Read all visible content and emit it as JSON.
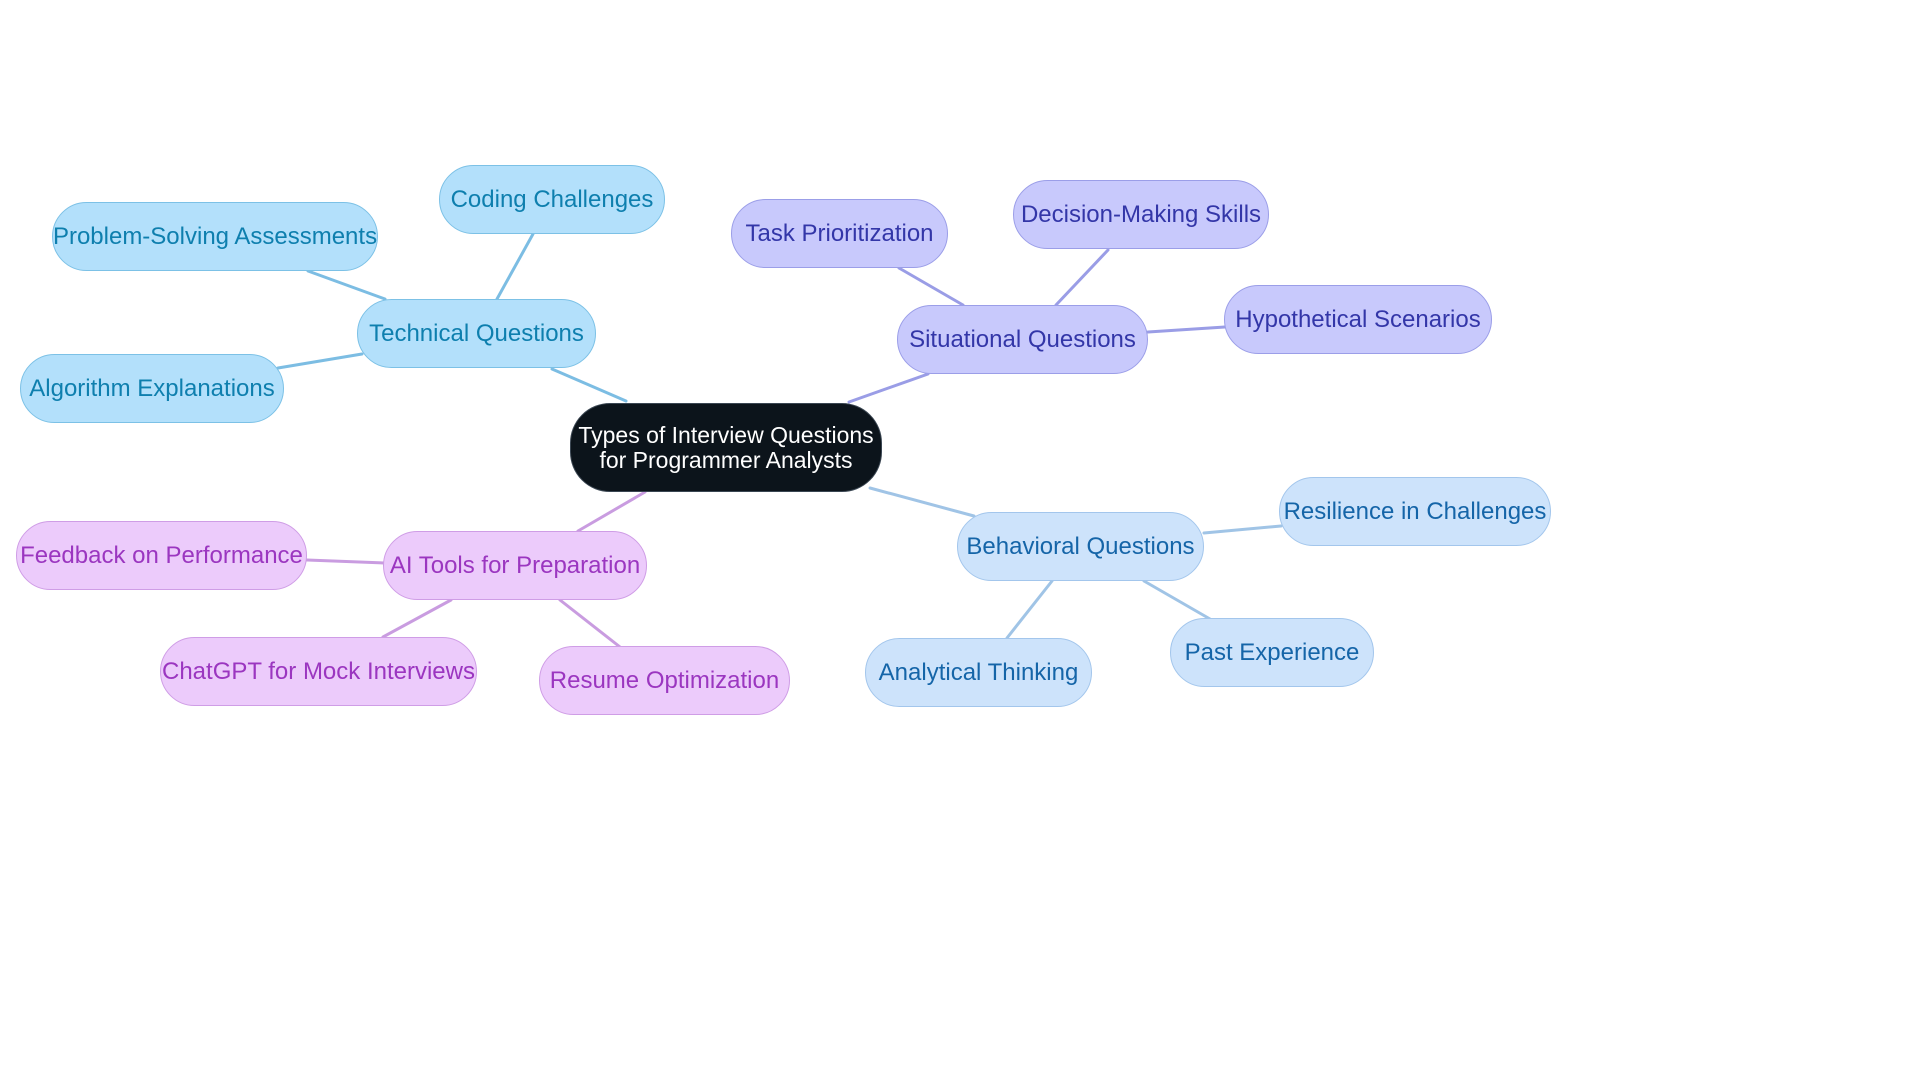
{
  "title": "Types of Interview Questions for Programmer Analysts",
  "root": {
    "id": "root",
    "lines": [
      "Types of Interview Questions",
      "for Programmer Analysts"
    ]
  },
  "branches": [
    {
      "id": "technical",
      "label": "Technical Questions",
      "palette": {
        "fill": "#b3e0fb",
        "border": "#7cc1e6",
        "text": "#0e7fae",
        "edge": "#7cbde3"
      },
      "children": [
        {
          "id": "coding-challenges",
          "label": "Coding Challenges"
        },
        {
          "id": "problem-solving",
          "label": "Problem-Solving Assessments"
        },
        {
          "id": "algorithm-explanations",
          "label": "Algorithm Explanations"
        }
      ]
    },
    {
      "id": "situational",
      "label": "Situational Questions",
      "palette": {
        "fill": "#c8c9fc",
        "border": "#9b9ee8",
        "text": "#3336a8",
        "edge": "#9a9de6"
      },
      "children": [
        {
          "id": "task-prioritization",
          "label": "Task Prioritization"
        },
        {
          "id": "decision-making",
          "label": "Decision-Making Skills"
        },
        {
          "id": "hypothetical-scenarios",
          "label": "Hypothetical Scenarios"
        }
      ]
    },
    {
      "id": "behavioral",
      "label": "Behavioral Questions",
      "palette": {
        "fill": "#cde3fb",
        "border": "#a3c6ec",
        "text": "#1565a8",
        "edge": "#a0c4e6"
      },
      "children": [
        {
          "id": "resilience",
          "label": "Resilience in Challenges"
        },
        {
          "id": "past-experience",
          "label": "Past Experience"
        },
        {
          "id": "analytical-thinking",
          "label": "Analytical Thinking"
        }
      ]
    },
    {
      "id": "ai-tools",
      "label": "AI Tools for Preparation",
      "palette": {
        "fill": "#eccbfb",
        "border": "#cf9de6",
        "text": "#9b36c0",
        "edge": "#c99ce0"
      },
      "children": [
        {
          "id": "feedback-performance",
          "label": "Feedback on Performance"
        },
        {
          "id": "chatgpt-mock",
          "label": "ChatGPT for Mock Interviews"
        },
        {
          "id": "resume-optimization",
          "label": "Resume Optimization"
        }
      ]
    }
  ],
  "colors": {
    "background": "#ffffff",
    "root_fill": "#0c141b",
    "root_border": "#3a4652",
    "root_text": "#ffffff"
  }
}
